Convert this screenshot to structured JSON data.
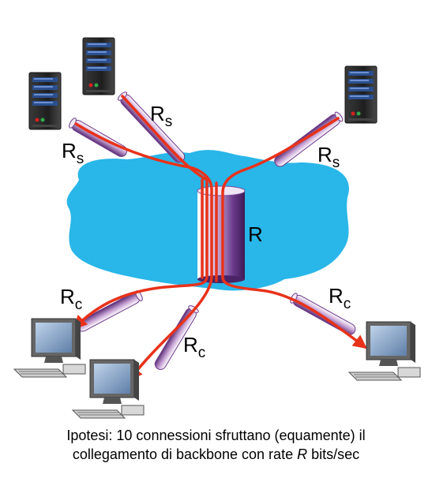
{
  "labels": {
    "link_symbol": "R",
    "server_subscript": "s",
    "client_subscript": "c",
    "backbone": "R"
  },
  "caption": {
    "line1": "Ipotesi: 10 connessioni sfruttano (equamente) il",
    "line2_pre": "collegamento di backbone con rate ",
    "line2_var": "R",
    "line2_post": " bits/sec"
  },
  "colors": {
    "cloud": "#29b6e8",
    "flow": "#e8321a",
    "tube": "#6d3a8a",
    "server": "#2a2a2a",
    "monitor": "#555555"
  },
  "icons": [
    "server-icon",
    "desktop-computer-icon"
  ]
}
